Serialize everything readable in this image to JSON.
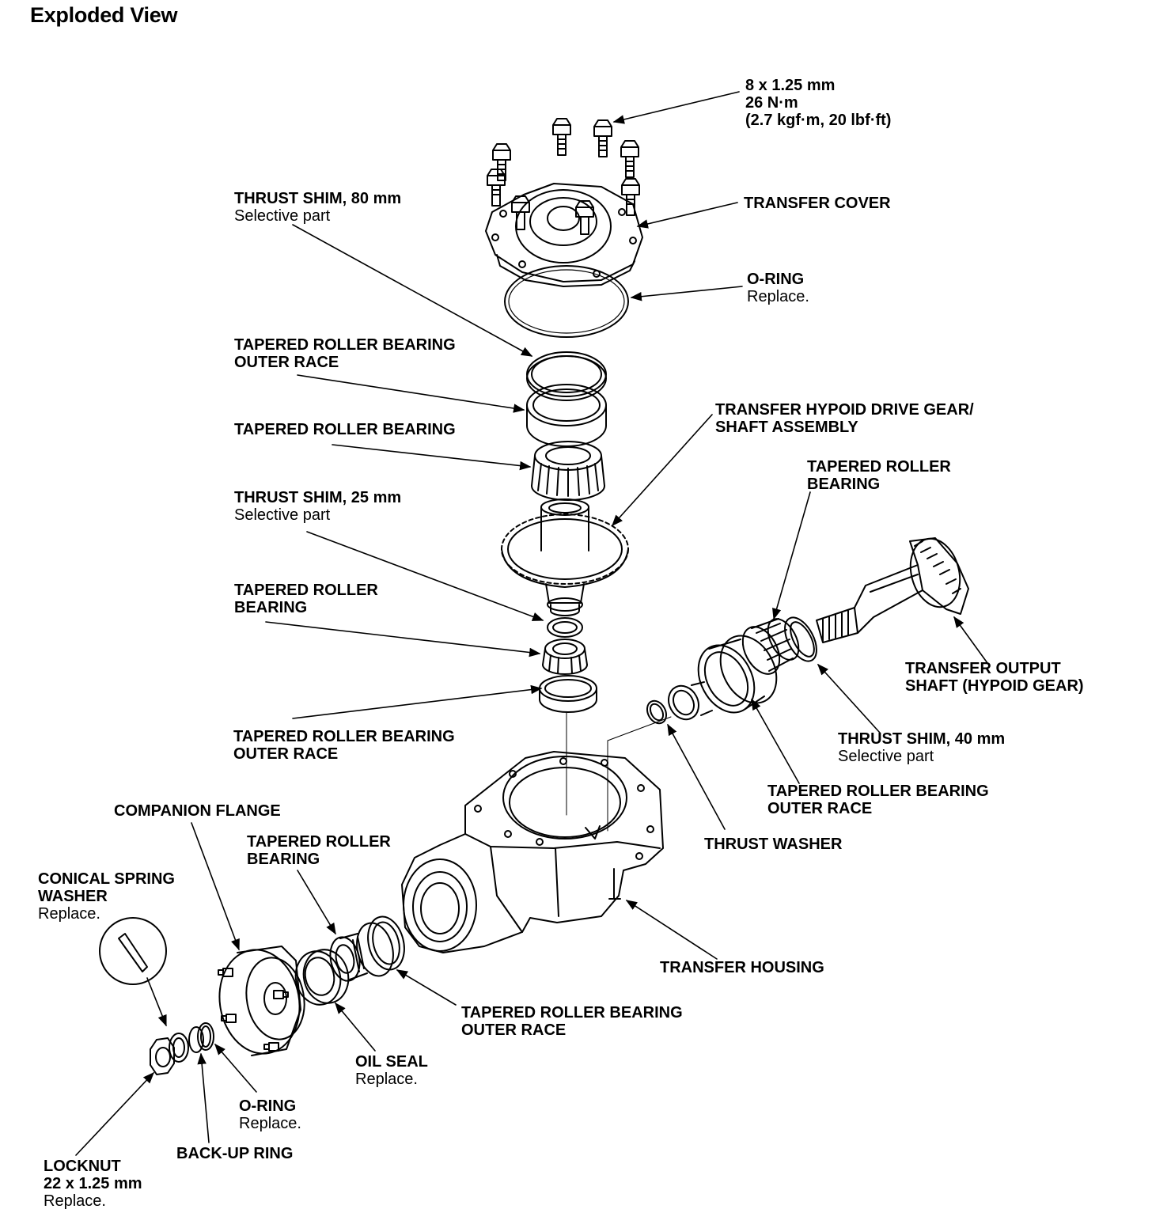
{
  "title": "Exploded View",
  "labels": {
    "bolt_spec": [
      "8 x 1.25 mm",
      "26 N·m",
      "(2.7 kgf·m, 20 lbf·ft)"
    ],
    "transfer_cover": "TRANSFER COVER",
    "thrust_shim_80": "THRUST SHIM, 80 mm",
    "selective_part": "Selective part",
    "o_ring": "O-RING",
    "replace": "Replace.",
    "trb_outer_race_l1": "TAPERED ROLLER BEARING",
    "trb_outer_race_l2": "OUTER RACE",
    "tapered_roller_bearing": "TAPERED ROLLER BEARING",
    "tapered_roller": "TAPERED ROLLER",
    "bearing": "BEARING",
    "hypoid_gear_l1": "TRANSFER HYPOID DRIVE GEAR/",
    "hypoid_gear_l2": "SHAFT ASSEMBLY",
    "thrust_shim_25": "THRUST SHIM, 25 mm",
    "output_shaft_l1": "TRANSFER OUTPUT",
    "output_shaft_l2": "SHAFT (HYPOID GEAR)",
    "thrust_shim_40": "THRUST SHIM, 40 mm",
    "thrust_washer": "THRUST WASHER",
    "companion_flange": "COMPANION FLANGE",
    "conical_l1": "CONICAL SPRING",
    "conical_l2": "WASHER",
    "transfer_housing": "TRANSFER HOUSING",
    "oil_seal": "OIL SEAL",
    "backup_ring": "BACK-UP RING",
    "locknut": "LOCKNUT",
    "locknut_size": "22 x 1.25 mm"
  }
}
